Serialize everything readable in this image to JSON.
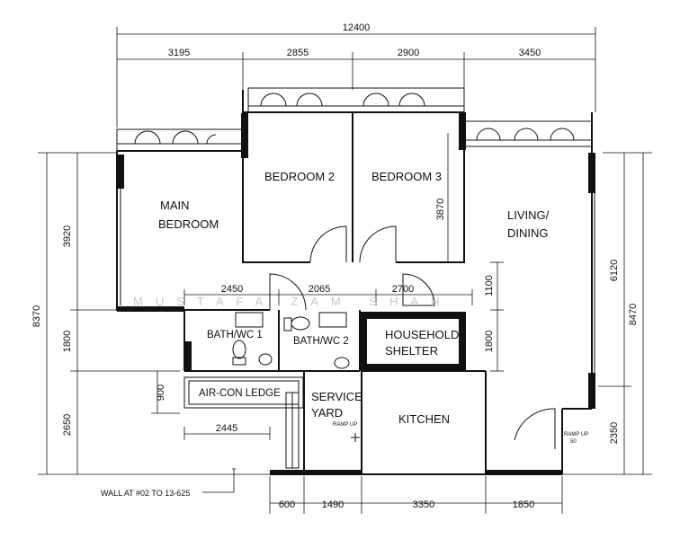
{
  "dimensions": {
    "overall_width": "12400",
    "top_segments": [
      "3195",
      "2855",
      "2900",
      "3450"
    ],
    "bottom_segments": [
      "600",
      "1490",
      "3350",
      "1850"
    ],
    "left_overall": "8370",
    "left_segments": [
      "3920",
      "1800",
      "2650"
    ],
    "left_ledge": "900",
    "right_overall": "8470",
    "right_segments": [
      "6120",
      "2350"
    ],
    "corridor_segments": [
      "2450",
      "2065",
      "2700"
    ],
    "bedroom3_depth": "3870",
    "inner_right": [
      "1100",
      "1800"
    ],
    "ledge_width": "2445"
  },
  "rooms": {
    "main_bedroom_line1": "MAIN",
    "main_bedroom_line2": "BEDROOM",
    "bedroom2": "BEDROOM 2",
    "bedroom3": "BEDROOM 3",
    "living_line1": "LIVING/",
    "living_line2": "DINING",
    "bath1": "BATH/WC 1",
    "bath2": "BATH/WC 2",
    "shelter_line1": "HOUSEHOLD",
    "shelter_line2": "SHELTER",
    "aircon": "AIR-CON LEDGE",
    "service_line1": "SERVICE",
    "service_line2": "YARD",
    "kitchen": "KITCHEN"
  },
  "annotations": {
    "ramp_up_yard": "RAMP UP",
    "ramp_up_entry_1": "RAMP UP",
    "ramp_up_entry_2": "50",
    "wall_note": "WALL AT #02 TO 13-625",
    "watermark": "MUSTAFA ZAM SHAH"
  }
}
